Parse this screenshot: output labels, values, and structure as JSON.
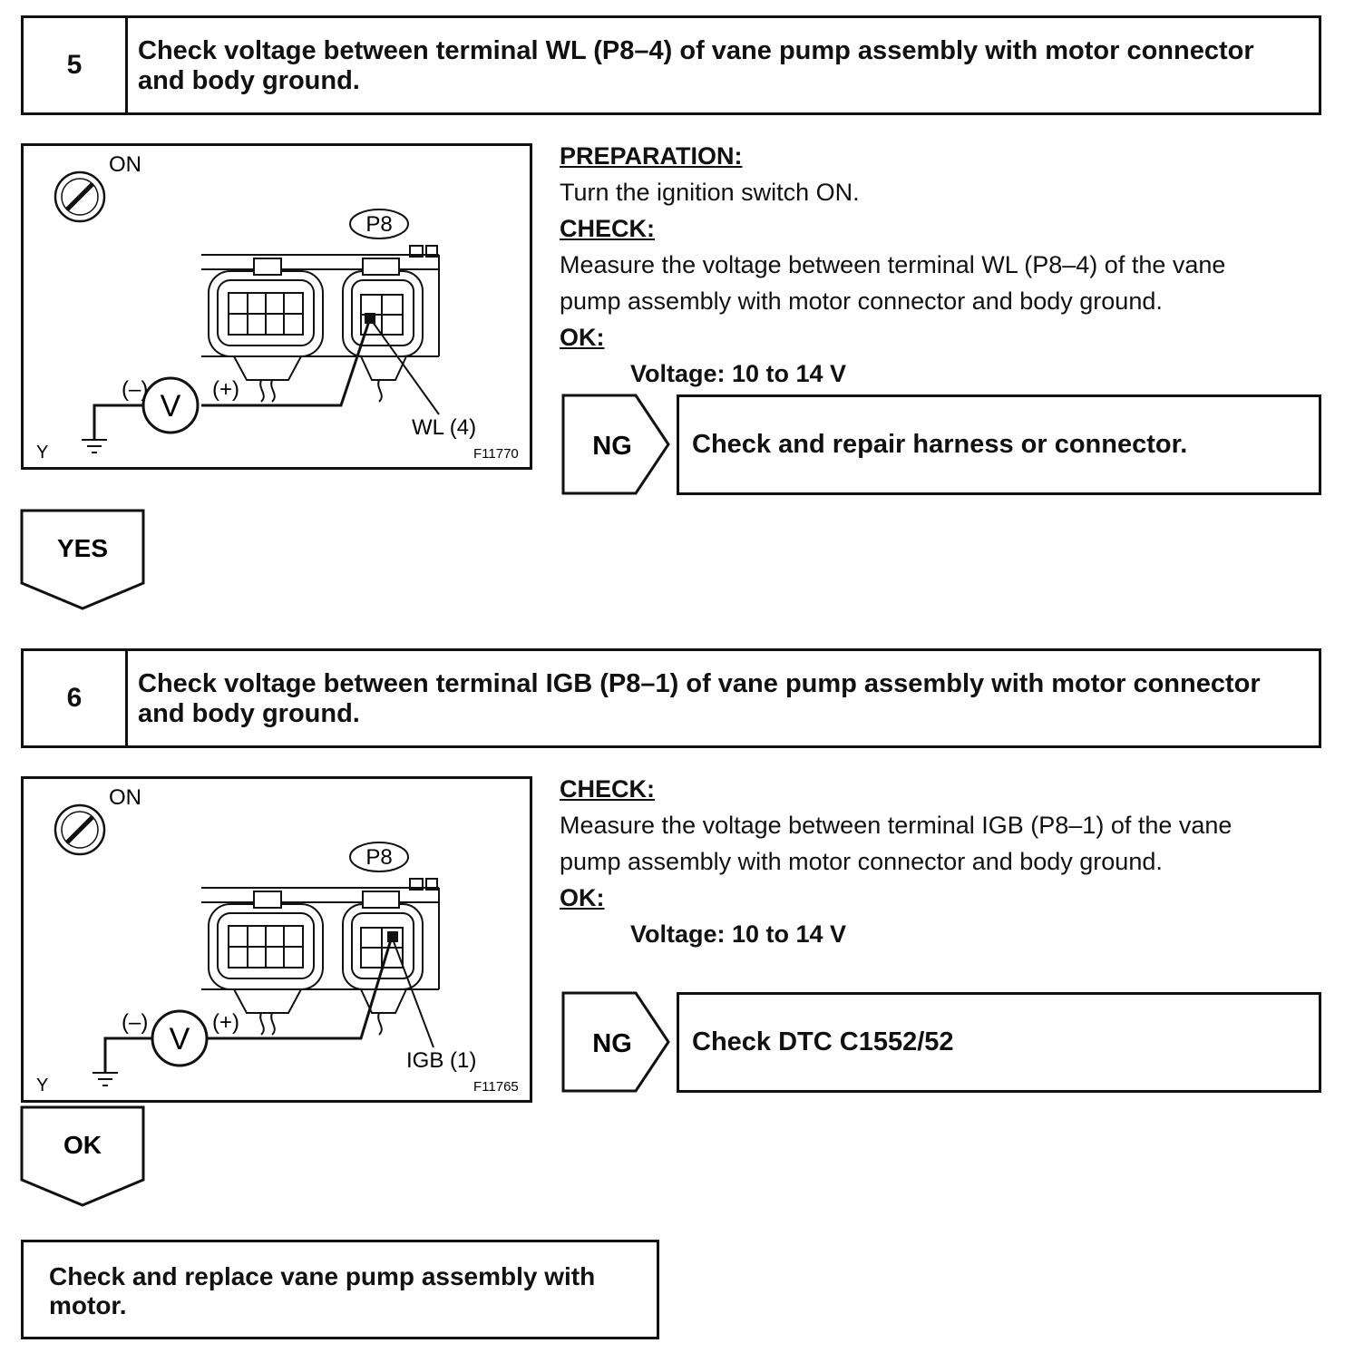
{
  "step5": {
    "number": "5",
    "title": "Check voltage between terminal WL (P8–4) of vane pump assembly with motor connector and body ground.",
    "figure": {
      "switch_label": "ON",
      "connector_label": "P8",
      "neg_label": "(–)",
      "pos_label": "(+)",
      "meter_label": "V",
      "terminal_label": "WL (4)",
      "corner_label": "Y",
      "figure_id": "F11770"
    },
    "preparation_label": "PREPARATION:",
    "preparation_text": "Turn the ignition switch ON.",
    "check_label": "CHECK:",
    "check_text_1": "Measure the voltage between terminal WL (P8–4) of the vane",
    "check_text_2": "pump assembly with motor connector and body ground.",
    "ok_label": "OK:",
    "ok_spec": "Voltage: 10 to 14 V",
    "ng_label": "NG",
    "ng_action": "Check and repair harness or connector.",
    "next_label": "YES"
  },
  "step6": {
    "number": "6",
    "title": "Check voltage between terminal IGB (P8–1) of vane pump assembly with motor connector and body ground.",
    "figure": {
      "switch_label": "ON",
      "connector_label": "P8",
      "neg_label": "(–)",
      "pos_label": "(+)",
      "meter_label": "V",
      "terminal_label": "IGB (1)",
      "corner_label": "Y",
      "figure_id": "F11765"
    },
    "check_label": "CHECK:",
    "check_text_1": "Measure the voltage between terminal IGB (P8–1) of the vane",
    "check_text_2": "pump assembly with motor connector and body ground.",
    "ok_label": "OK:",
    "ok_spec": "Voltage: 10 to 14 V",
    "ng_label": "NG",
    "ng_action": "Check DTC C1552/52",
    "next_label": "OK"
  },
  "final_action": "Check and replace vane pump assembly with motor."
}
